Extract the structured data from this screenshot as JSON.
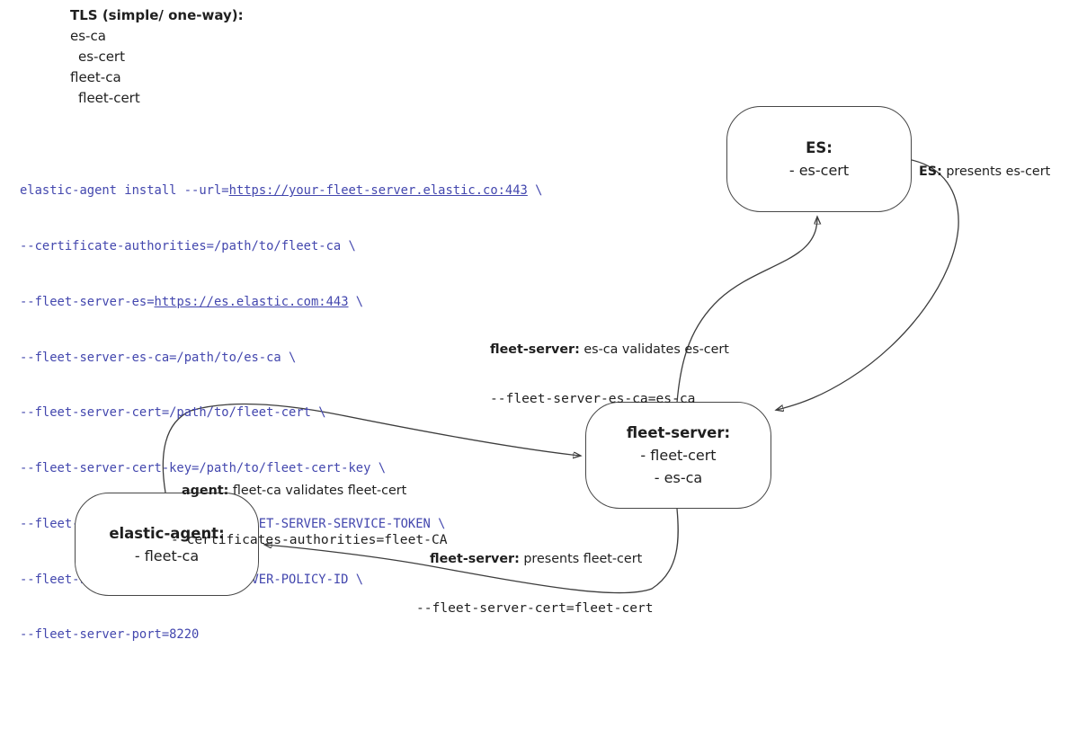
{
  "tls_note": {
    "title": "TLS (simple/ one-way):",
    "lines": [
      "es-ca",
      "es-cert",
      "fleet-ca",
      "fleet-cert"
    ]
  },
  "code_block": {
    "lines": [
      {
        "pre": "elastic-agent install --url=",
        "link": "https://your-fleet-server.elastic.co:443",
        "post": " \\"
      },
      {
        "pre": "--certificate-authorities=/path/to/fleet-ca \\",
        "link": "",
        "post": ""
      },
      {
        "pre": "--fleet-server-es=",
        "link": "https://es.elastic.com:443",
        "post": " \\"
      },
      {
        "pre": "--fleet-server-es-ca=/path/to/es-ca \\",
        "link": "",
        "post": ""
      },
      {
        "pre": "--fleet-server-cert=/path/to/fleet-cert \\",
        "link": "",
        "post": ""
      },
      {
        "pre": "--fleet-server-cert-key=/path/to/fleet-cert-key \\",
        "link": "",
        "post": ""
      },
      {
        "pre": "--fleet-server-service-token=FLEET-SERVER-SERVICE-TOKEN \\",
        "link": "",
        "post": ""
      },
      {
        "pre": "--fleet-server-policy=FLEET-SERVER-POLICY-ID \\",
        "link": "",
        "post": ""
      },
      {
        "pre": "--fleet-server-port=8220",
        "link": "",
        "post": ""
      }
    ]
  },
  "nodes": {
    "es": {
      "title": "ES:",
      "items": [
        "- es-cert"
      ]
    },
    "fleet_server": {
      "title": "fleet-server:",
      "items": [
        "- fleet-cert",
        "- es-ca"
      ]
    },
    "elastic_agent": {
      "title": "elastic-agent:",
      "items": [
        "- fleet-ca"
      ]
    }
  },
  "edge_labels": {
    "es_presents": {
      "prefix": "ES:",
      "text": " presents es-cert"
    },
    "fs_validates": {
      "prefix": "fleet-server:",
      "text": " es-ca validates es-cert",
      "code": "--fleet-server-es-ca=es-ca"
    },
    "agent_validates": {
      "prefix": "agent:",
      "text": " fleet-ca validates fleet-cert",
      "code": "--certificates-authorities=fleet-CA"
    },
    "fs_presents": {
      "prefix": "fleet-server:",
      "text": " presents fleet-cert",
      "code": "--fleet-server-cert=fleet-cert"
    }
  },
  "colors": {
    "code_text": "#4347ae",
    "arrow_stroke": "#3d3d3d",
    "node_border": "#474747",
    "text": "#1f1f1f",
    "background": "#ffffff"
  }
}
